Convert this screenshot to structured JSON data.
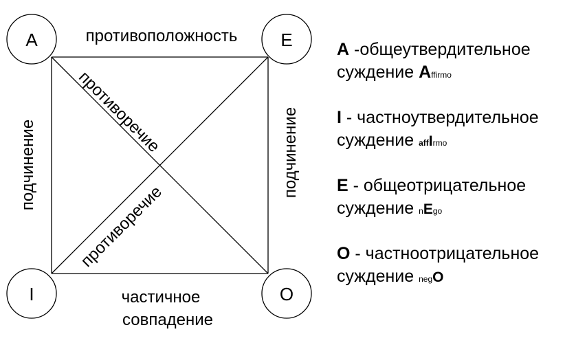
{
  "corners": {
    "a": "A",
    "e": "E",
    "i": "I",
    "o": "O"
  },
  "relations": {
    "top": "противоположность",
    "left": "подчинение",
    "right": "подчинение",
    "diag1": "противоречие",
    "diag2": "противоречие",
    "bottom1": "частичное",
    "bottom2": "совпадение"
  },
  "legend": {
    "a": {
      "letter": "A",
      "line1": " -общеутвердительное",
      "word": "суждение ",
      "ex_big": "A",
      "ex_rest": "ffirmo"
    },
    "i": {
      "letter": "I",
      "line1": " - частноутвердительное",
      "word": "суждение ",
      "ex_pre": "aff",
      "ex_big": "I",
      "ex_post": "rmo"
    },
    "e": {
      "letter": "E",
      "line1": " - общеотрицательное",
      "word": "суждение ",
      "ex_pre": "n",
      "ex_big": "E",
      "ex_post": "go"
    },
    "o": {
      "letter": "O",
      "line1": " - частноотрицательное",
      "word": "суждение ",
      "ex_pre": "neg",
      "ex_big": "O"
    }
  }
}
